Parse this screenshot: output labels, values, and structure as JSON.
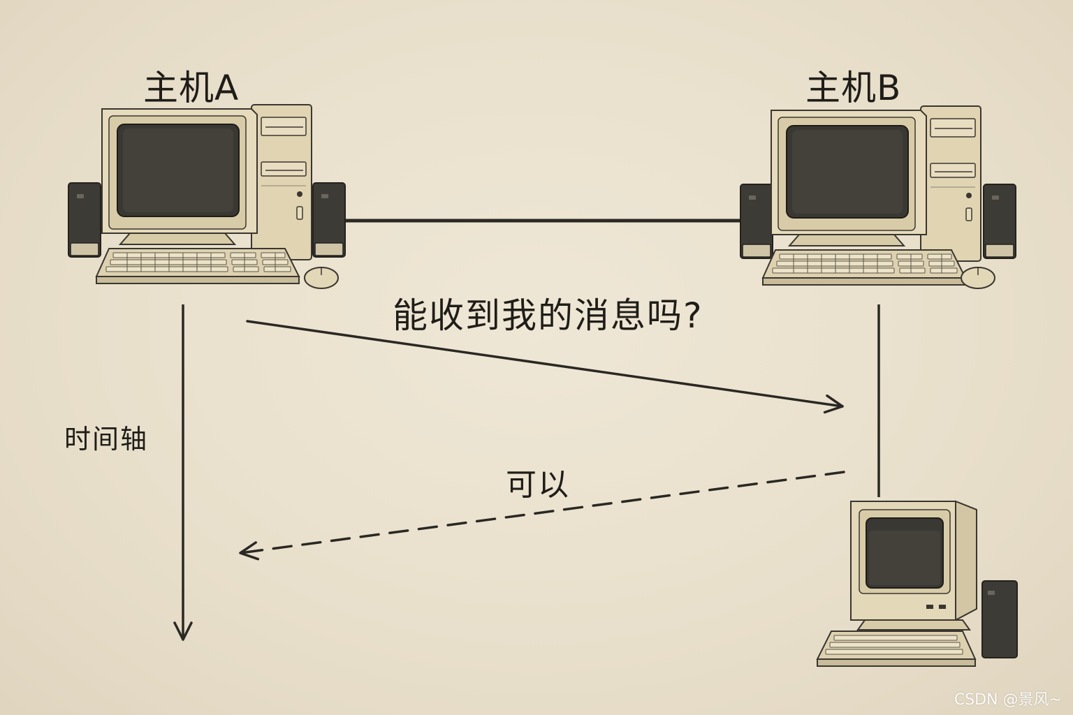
{
  "diagram": {
    "host_a_label": "主机A",
    "host_b_label": "主机B",
    "message_label": "能收到我的消息吗?",
    "reply_label": "可以",
    "timeline_label": "时间轴"
  },
  "watermark": "CSDN @景风~",
  "colors": {
    "background": "#ebe2cf",
    "computer_body": "#e3d8b8",
    "screen": "#3a3832",
    "line": "#2a2823",
    "speaker": "#3d3b35"
  },
  "icons": [
    "computer-icon",
    "speaker-icon",
    "keyboard-icon",
    "mouse-icon"
  ]
}
